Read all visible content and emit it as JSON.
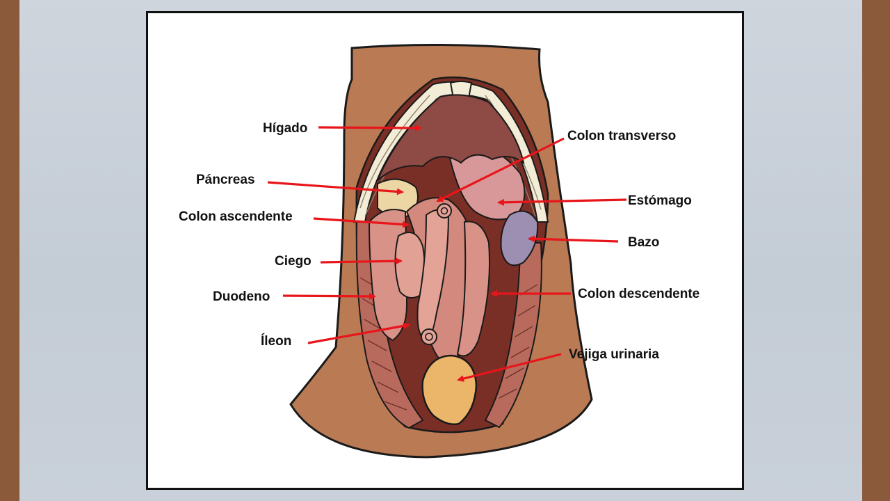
{
  "labels": {
    "higado": "Hígado",
    "pancreas": "Páncreas",
    "colon_ascendente": "Colon ascendente",
    "ciego": "Ciego",
    "duodeno": "Duodeno",
    "ileon": "Íleon",
    "colon_transverso": "Colon transverso",
    "estomago": "Estómago",
    "bazo": "Bazo",
    "colon_descendente": "Colon descendente",
    "vejiga_urinaria": "Vejiga urinaria"
  },
  "colors": {
    "arrow": "#e8151b",
    "skin": "#b97a54",
    "liver": "#8e4a44",
    "spleen": "#9d8fb2",
    "bladder": "#ebb56a",
    "intestine": "#d99288"
  }
}
